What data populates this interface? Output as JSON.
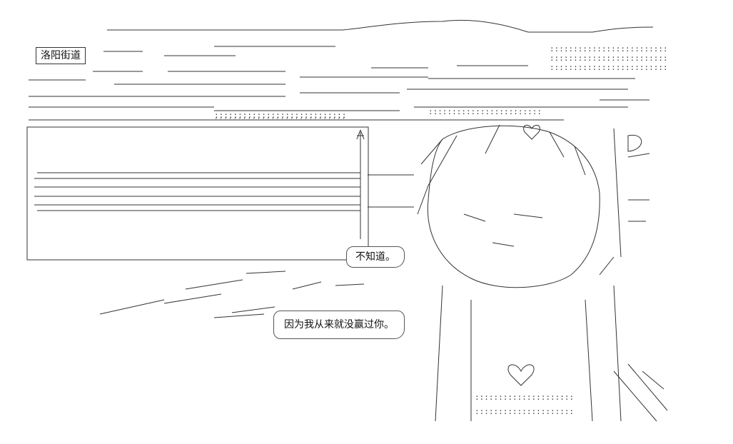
{
  "sign": {
    "text": "洛阳街道"
  },
  "bubbles": [
    {
      "text": "不知道。"
    },
    {
      "text": "因为我从来就没赢过你。"
    }
  ]
}
